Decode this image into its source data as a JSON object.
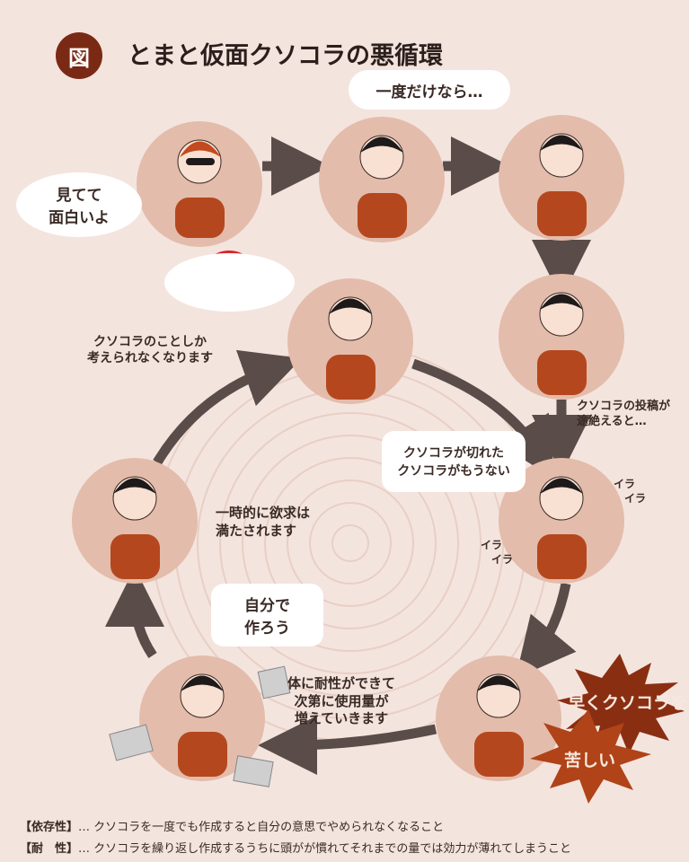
{
  "title": {
    "badge": "図",
    "text": "とまと仮面クソコラの悪循環"
  },
  "bubbles": {
    "invite": "見てて\n面白いよ",
    "just_once": "一度だけなら…",
    "cut_off": "クソコラが切れた\nクソコラがもうない",
    "make_own": "自分で\n作ろう"
  },
  "labels": {
    "only_think": "クソコラのことしか\n考えられなくなります",
    "posts_stop": "クソコラの投稿が\n途絶えると…",
    "temporary": "一時的に欲求は\n満たされます",
    "tolerance": "体に耐性ができて\n次第に使用量が\n増えていきます",
    "ira1": "イラ\n　イラ",
    "ira2": "イラ\n　イラ"
  },
  "bursts": {
    "hurry": "早くクソコラを",
    "painful": "苦しい"
  },
  "footnotes": [
    {
      "term": "【依存性】",
      "text": "… クソコラを一度でも作成すると自分の意思でやめられなくなること"
    },
    {
      "term": "【耐　性】",
      "text": "… クソコラを繰り返し作成するうちに頭がが慣れてそれまでの量では効力が薄れてしまうこと"
    }
  ],
  "colors": {
    "background": "#f4e4de",
    "circle": "#e3bcab",
    "arrow": "#5a4d49",
    "accent": "#7a2a14",
    "shirt": "#b5471e"
  }
}
